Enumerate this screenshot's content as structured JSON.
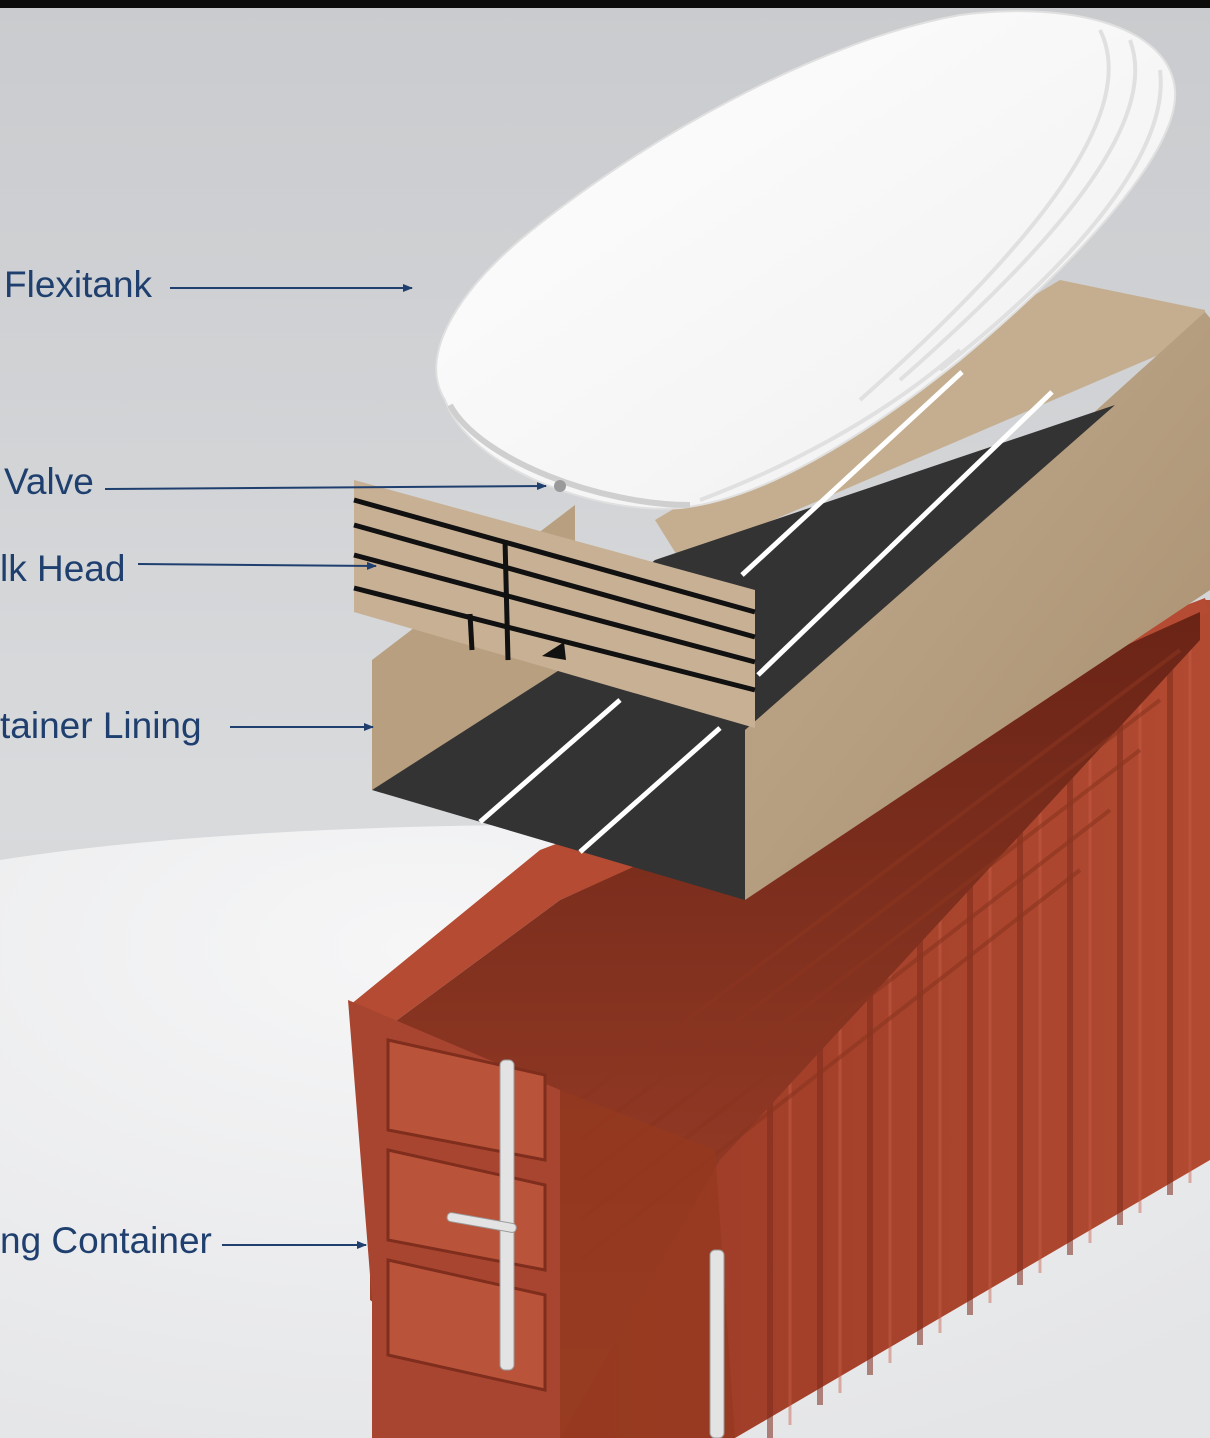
{
  "labels": {
    "flexitank": "Flexitank",
    "valve": "Valve",
    "bulkhead": "lk Head",
    "lining": "tainer Lining",
    "container": "ng Container"
  },
  "colors": {
    "label_text": "#1f3f6f",
    "arrow": "#1f3f6f",
    "background": "#d5d7da",
    "floor": "#eeeeef",
    "flexitank": "#ffffff",
    "lining_cardboard": "#b49c7d",
    "lining_floor": "#333333",
    "container_rust": "#a4402a",
    "top_bar": "#0c0c0c"
  }
}
